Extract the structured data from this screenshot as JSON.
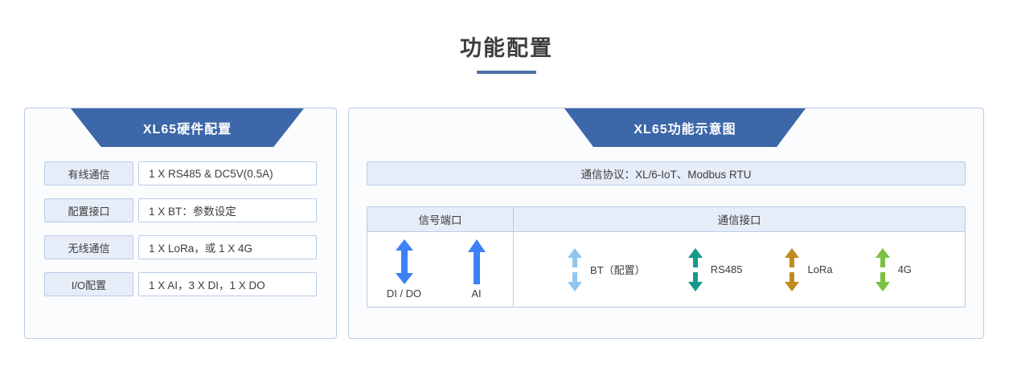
{
  "page": {
    "title": "功能配置",
    "accent_color": "#4a6fa5",
    "banner_color": "#3c67a8",
    "border_color": "#b9cbe8",
    "header_fill": "#e6edf8"
  },
  "left_card": {
    "banner_title": "XL65硬件配置",
    "rows": [
      {
        "key": "有线通信",
        "value": "1 X RS485 & DC5V(0.5A)"
      },
      {
        "key": "配置接口",
        "value": "1 X BT：参数设定"
      },
      {
        "key": "无线通信",
        "value": "1 X LoRa，或 1 X 4G"
      },
      {
        "key": "I/O配置",
        "value": "1 X AI，3 X DI，1 X DO"
      }
    ]
  },
  "right_card": {
    "banner_title": "XL65功能示意图",
    "protocol": "通信协议：XL/6-IoT、Modbus RTU",
    "table_headers": {
      "signal_port": "信号端口",
      "comm_port": "通信接口"
    },
    "signal_ports": [
      {
        "label": "DI / DO",
        "arrow": "double-arrow-icon",
        "color": "#3b82f6"
      },
      {
        "label": "AI",
        "arrow": "up-arrow-icon",
        "color": "#3b82f6"
      }
    ],
    "comm_ports": [
      {
        "label": "BT（配置）",
        "arrow": "double-arrow-icon",
        "color": "#8fc6f0"
      },
      {
        "label": "RS485",
        "arrow": "double-arrow-icon",
        "color": "#16998d"
      },
      {
        "label": "LoRa",
        "arrow": "double-arrow-icon",
        "color": "#bf8b20"
      },
      {
        "label": "4G",
        "arrow": "double-arrow-icon",
        "color": "#7ac143"
      }
    ]
  }
}
